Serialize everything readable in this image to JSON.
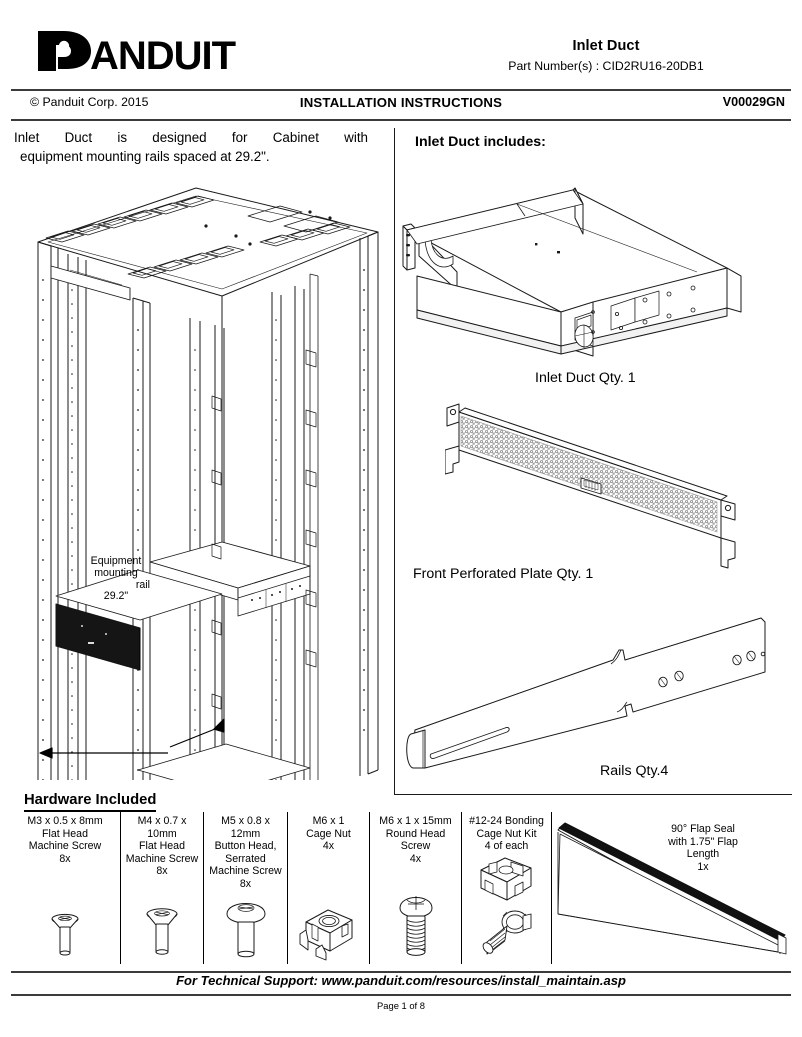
{
  "header": {
    "logo_text": "PANDUIT",
    "logo_icon": "panduit-wordmark-logo",
    "title": "Inlet Duct",
    "part_numbers": "Part Number(s) : CID2RU16-20DB1"
  },
  "banner": {
    "copyright": "© Panduit Corp. 2015",
    "center": "INSTALLATION INSTRUCTIONS",
    "doc_number": "V00029GN"
  },
  "intro": {
    "line1": "Inlet Duct is designed for Cabinet with",
    "line2": "equipment mounting rails spaced at 29.2\"."
  },
  "cabinet_figure": {
    "name": "cabinet-isometric-drawing",
    "callout": {
      "line1": "Equipment",
      "line2": "mounting",
      "line3": "rail",
      "line4": "29.2\""
    }
  },
  "includes": {
    "title": "Inlet Duct includes:",
    "parts": [
      {
        "name": "inlet-duct",
        "caption": "Inlet Duct Qty. 1"
      },
      {
        "name": "front-perforated-plate",
        "caption": "Front Perforated Plate Qty. 1"
      },
      {
        "name": "rails",
        "caption": "Rails Qty.4"
      }
    ]
  },
  "hardware": {
    "title": "Hardware Included",
    "items": [
      {
        "icon": "flat-head-machine-screw-icon",
        "lines": [
          "M3 x 0.5 x 8mm",
          "Flat Head",
          "Machine Screw",
          "8x"
        ]
      },
      {
        "icon": "flat-head-machine-screw-icon",
        "lines": [
          "M4 x 0.7 x 10mm",
          "Flat Head",
          "Machine Screw",
          "8x"
        ]
      },
      {
        "icon": "button-head-serrated-screw-icon",
        "lines": [
          "M5 x 0.8 x 12mm",
          "Button Head,",
          "Serrated",
          "Machine Screw",
          "8x"
        ]
      },
      {
        "icon": "cage-nut-icon",
        "lines": [
          "M6 x 1",
          "Cage Nut",
          "4x"
        ]
      },
      {
        "icon": "round-head-screw-icon",
        "lines": [
          "M6 x 1 x 15mm",
          "Round Head",
          "Screw",
          "4x"
        ]
      },
      {
        "icon": "bonding-cage-nut-kit-icon",
        "lines": [
          "#12-24 Bonding",
          "Cage Nut Kit",
          "4 of each"
        ]
      },
      {
        "icon": "flap-seal-icon",
        "lines": [
          "90° Flap Seal",
          "with 1.75\" Flap",
          "Length",
          "1x"
        ]
      }
    ]
  },
  "footer": {
    "support": "For Technical Support: www.panduit.com/resources/install_maintain.asp",
    "page": "Page 1 of 8"
  },
  "colors": {
    "ink": "#000000",
    "rule": "#3b3b3b",
    "line_art": "#1a1a1a"
  }
}
